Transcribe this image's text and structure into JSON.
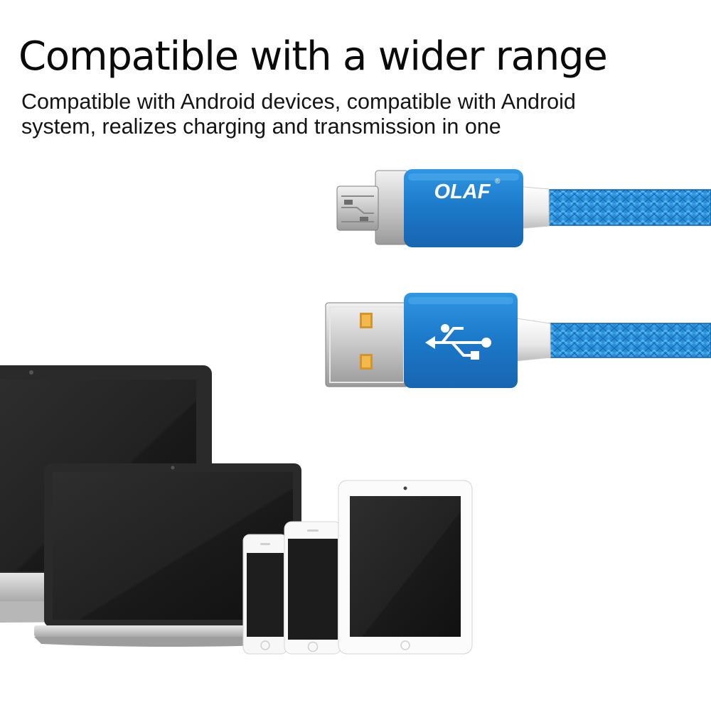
{
  "headline": "Compatible with a wider range",
  "description": {
    "line1": "Compatible with Android devices, compatible with Android",
    "line2": "system, realizes charging and transmission in one"
  },
  "brand": {
    "logo_text": "OLAF",
    "registered_mark": "®"
  },
  "colors": {
    "cable_blue": "#2a8fd6",
    "housing_blue": "#1f7ed0",
    "background": "#ffffff",
    "text": "#0a0a0a"
  },
  "icons": {
    "usb_symbol": "usb-icon",
    "micro_usb_plug": "micro-usb-connector-icon",
    "usb_a_plug": "usb-a-connector-icon"
  }
}
